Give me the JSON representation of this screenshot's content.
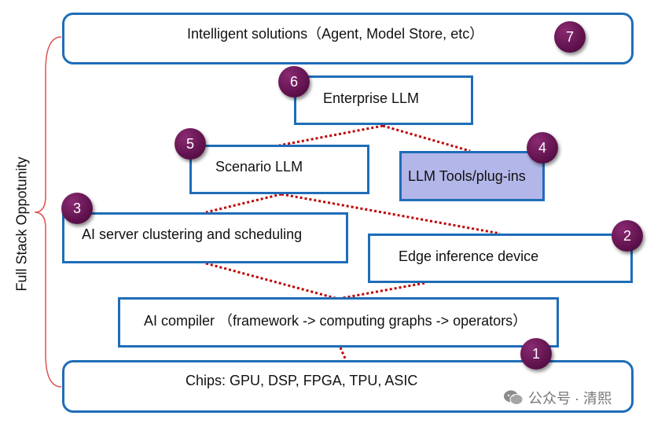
{
  "side_label": "Full Stack Oppotunity",
  "boxes": {
    "intelligent_solutions": "Intelligent solutions（Agent, Model Store, etc）",
    "enterprise_llm": "Enterprise LLM",
    "scenario_llm": "Scenario LLM",
    "llm_tools": "LLM Tools/plug-ins",
    "ai_server": "AI server clustering and scheduling",
    "edge_inference": "Edge inference device",
    "ai_compiler": "AI compiler （framework -> computing graphs -> operators）",
    "chips": "Chips: GPU, DSP, FPGA, TPU, ASIC"
  },
  "badges": {
    "intelligent_solutions": "7",
    "enterprise_llm": "6",
    "scenario_llm": "5",
    "llm_tools": "4",
    "ai_server": "3",
    "edge_inference": "2",
    "ai_compiler": "1"
  },
  "watermark": {
    "icon": "wechat-icon",
    "text": "公众号 · 清熙"
  },
  "colors": {
    "box_border": "#1f6db8",
    "badge": "#6b1657",
    "connector": "#c00000",
    "bracket": "#e05050",
    "tools_fill": "#b3b6e8"
  }
}
